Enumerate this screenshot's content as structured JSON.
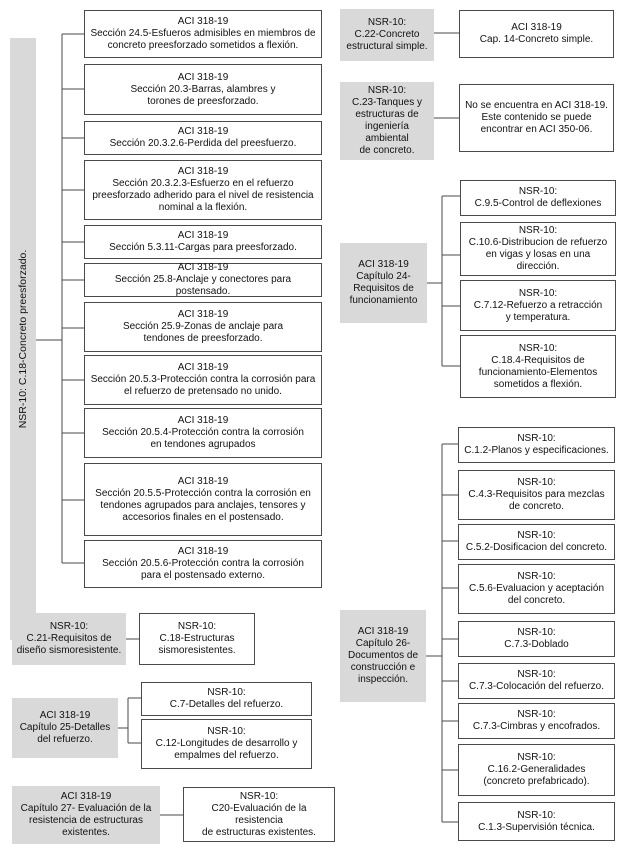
{
  "vertical_label": "NSR-10: C.18-Concreto preesforzado.",
  "c18_refs": [
    "ACI 318-19\nSección 24.5-Esfueros admisibles en miembros de concreto preesforzado sometidos a flexión.",
    "ACI 318-19\nSección 20.3-Barras, alambres y\ntorones de preesforzado.",
    "ACI 318-19\nSección 20.3.2.6-Perdida del preesfuerzo.",
    "ACI 318-19\nSección 20.3.2.3-Esfuerzo en el refuerzo preesforzado adherido para el nivel de resistencia nominal a la flexión.",
    "ACI 318-19\nSección 5.3.11-Cargas para preesforzado.",
    "ACI 318-19\nSección 25.8-Anclaje y conectores para postensado.",
    "ACI 318-19\nSección 25.9-Zonas de anclaje para\ntendones de preesforzado.",
    "ACI 318-19\nSección 20.5.3-Protección contra la corrosión para el refuerzo de pretensado no unido.",
    "ACI 318-19\nSección 20.5.4-Protección contra la corrosión\nen tendones agrupados",
    "ACI 318-19\nSección 20.5.5-Protección contra la corrosión en tendones agrupados para anclajes, tensores y accesorios finales en el postensado.",
    "ACI 318-19\nSección 20.5.6-Protección contra la corrosión\npara el postensado externo."
  ],
  "c21": {
    "source": "NSR-10:\nC.21-Requisitos de\ndiseño sismoresistente.",
    "target": "NSR-10:\nC.18-Estructuras\nsismoresistentes."
  },
  "ch25": {
    "source": "ACI 318-19\nCapítulo 25-Detalles\ndel refuerzo.",
    "targets": [
      "NSR-10:\nC.7-Detalles del refuerzo.",
      "NSR-10:\nC.12-Longitudes de desarrollo y\nempalmes del refuerzo."
    ]
  },
  "ch27": {
    "source": "ACI 318-19\nCapítulo 27- Evaluación de la resistencia de estructuras existentes.",
    "target": "NSR-10:\nC20-Evaluación de la resistencia\nde estructuras existentes."
  },
  "c22": {
    "source": "NSR-10:\nC.22-Concreto\nestructural simple.",
    "target": "ACI 318-19\nCap. 14-Concreto simple."
  },
  "c23": {
    "source": "NSR-10:\nC.23-Tanques y\nestructuras de\ningeniería ambiental\nde concreto.",
    "target": "No se encuentra en ACI 318-19. Este contenido se puede encontrar en ACI 350-06."
  },
  "ch24": {
    "source": "ACI 318-19\nCapítulo 24-\nRequisitos de\nfuncionamiento",
    "targets": [
      "NSR-10:\nC.9.5-Control de deflexiones",
      "NSR-10:\nC.10.6-Distribucion de refuerzo en vigas y losas en una dirección.",
      "NSR-10:\nC.7.12-Refuerzo a retracción\ny temperatura.",
      "NSR-10:\nC.18.4-Requisitos de funcionamiento-Elementos sometidos a flexión."
    ]
  },
  "ch26": {
    "source": "ACI 318-19\nCapítulo 26-\nDocumentos de\nconstrucción e\ninspección.",
    "targets": [
      "NSR-10:\nC.1.2-Planos y especificaciones.",
      "NSR-10:\nC.4.3-Requisitos para mezclas\nde concreto.",
      "NSR-10:\nC.5.2-Dosificacion del concreto.",
      "NSR-10:\nC.5.6-Evaluacion y aceptación\ndel concreto.",
      "NSR-10:\nC.7.3-Doblado",
      "NSR-10:\nC.7.3-Colocación del refuerzo.",
      "NSR-10:\nC.7.3-Cimbras y encofrados.",
      "NSR-10:\nC.16.2-Generalidades\n(concreto prefabricado).",
      "NSR-10:\nC.1.3-Supervisión técnica."
    ]
  }
}
